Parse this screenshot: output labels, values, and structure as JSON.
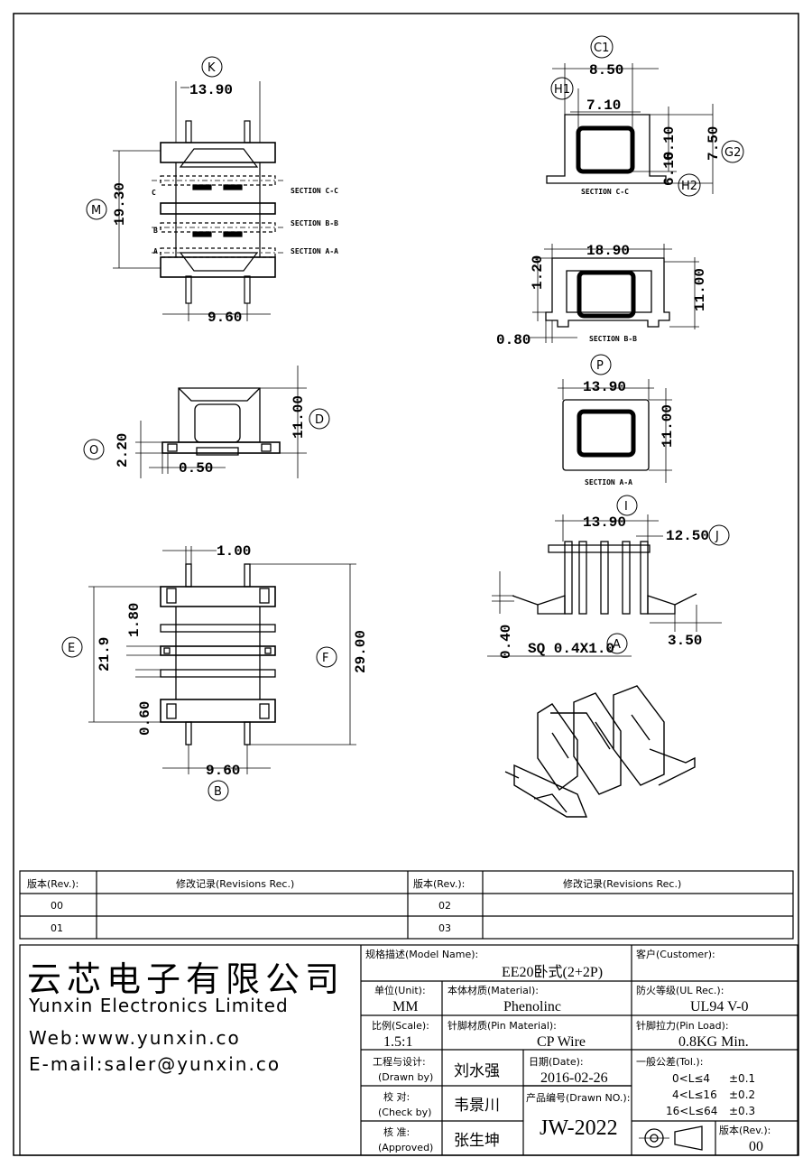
{
  "drawing": {
    "side_view": {
      "dim_top": "13.90",
      "dim_left": "19.30",
      "dim_bottom": "9.60",
      "label_top": "K",
      "label_left": "M",
      "section_cc": "SECTION C-C",
      "section_bb": "SECTION B-B",
      "section_aa": "SECTION A-A",
      "mark_c": "C",
      "mark_b": "B",
      "mark_a": "A"
    },
    "front_view": {
      "dim_left": "2.20",
      "dim_bottom": "0.50",
      "dim_right": "11.00",
      "label_left": "O",
      "label_right": "D"
    },
    "bottom_view": {
      "dim_top": "1.00",
      "dim_left": "21.9",
      "dim_inner_top": "1.80",
      "dim_inner_bottom": "0.60",
      "dim_right": "29.00",
      "dim_bottom": "9.60",
      "label_left": "E",
      "label_right": "F",
      "label_bottom": "B"
    },
    "section_cc": {
      "dim_top": "8.50",
      "dim_inner": "7.10",
      "dim_right1": "6.10",
      "dim_right2": "7.50",
      "dim_bottom": "6.10",
      "label_top": "C1",
      "label_inner": "H1",
      "label_right": "G2",
      "label_bottom": "H2",
      "caption": "SECTION C-C"
    },
    "section_bb": {
      "dim_top": "18.90",
      "dim_left": "1.20",
      "dim_right": "11.00",
      "dim_bottom": "0.80",
      "caption": "SECTION B-B"
    },
    "section_aa": {
      "dim_top": "13.90",
      "dim_right": "11.00",
      "label_top": "P",
      "caption": "SECTION A-A"
    },
    "pin_view": {
      "dim_top": "13.90",
      "dim_right": "12.50",
      "dim_left": "0.40",
      "dim_bottom": "3.50",
      "pin_note": "SQ 0.4X1.0",
      "label_top": "I",
      "label_right": "J",
      "label_pin": "A"
    }
  },
  "revisions": {
    "header_rev": "版本(Rev.):",
    "header_rec": "修改记录(Revisions Rec.)",
    "left": [
      "00",
      "01"
    ],
    "right": [
      "02",
      "03"
    ]
  },
  "company": {
    "name_cn": "云芯电子有限公司",
    "name_en": "Yunxin Electronics Limited",
    "web": "Web:www.yunxin.co",
    "email": "E-mail:saler@yunxin.co"
  },
  "title_block": {
    "model_label": "规格描述(Model Name):",
    "model_value": "EE20卧式(2+2P)",
    "customer_label": "客户(Customer):",
    "customer_value": "",
    "unit_label": "单位(Unit):",
    "unit_value": "MM",
    "material_label": "本体材质(Material):",
    "material_value": "Phenolinc",
    "ul_label": "防火等级(UL Rec.):",
    "ul_value": "UL94 V-0",
    "scale_label": "比例(Scale):",
    "scale_value": "1.5:1",
    "pin_material_label": "针脚材质(Pin Material):",
    "pin_material_value": "CP Wire",
    "pin_load_label": "针脚拉力(Pin Load):",
    "pin_load_value": "0.8KG Min.",
    "drawn_label_cn": "工程与设计:",
    "drawn_label_en": "(Drawn by)",
    "drawn_value": "刘水强",
    "date_label": "日期(Date):",
    "date_value": "2016-02-26",
    "tol_label": "一般公差(Tol.):",
    "tol_rows": [
      {
        "range": "0<L≤4",
        "value": "±0.1"
      },
      {
        "range": "4<L≤16",
        "value": "±0.2"
      },
      {
        "range": "16<L≤64",
        "value": "±0.3"
      }
    ],
    "check_label_cn": "校  对:",
    "check_label_en": "(Check by)",
    "check_value": "韦景川",
    "drawn_no_label": "产品编号(Drawn NO.):",
    "drawn_no_value": "JW-2022",
    "approve_label_cn": "核  准:",
    "approve_label_en": "(Approved)",
    "approve_value": "张生坤",
    "rev_label": "版本(Rev.):",
    "rev_value": "00"
  }
}
